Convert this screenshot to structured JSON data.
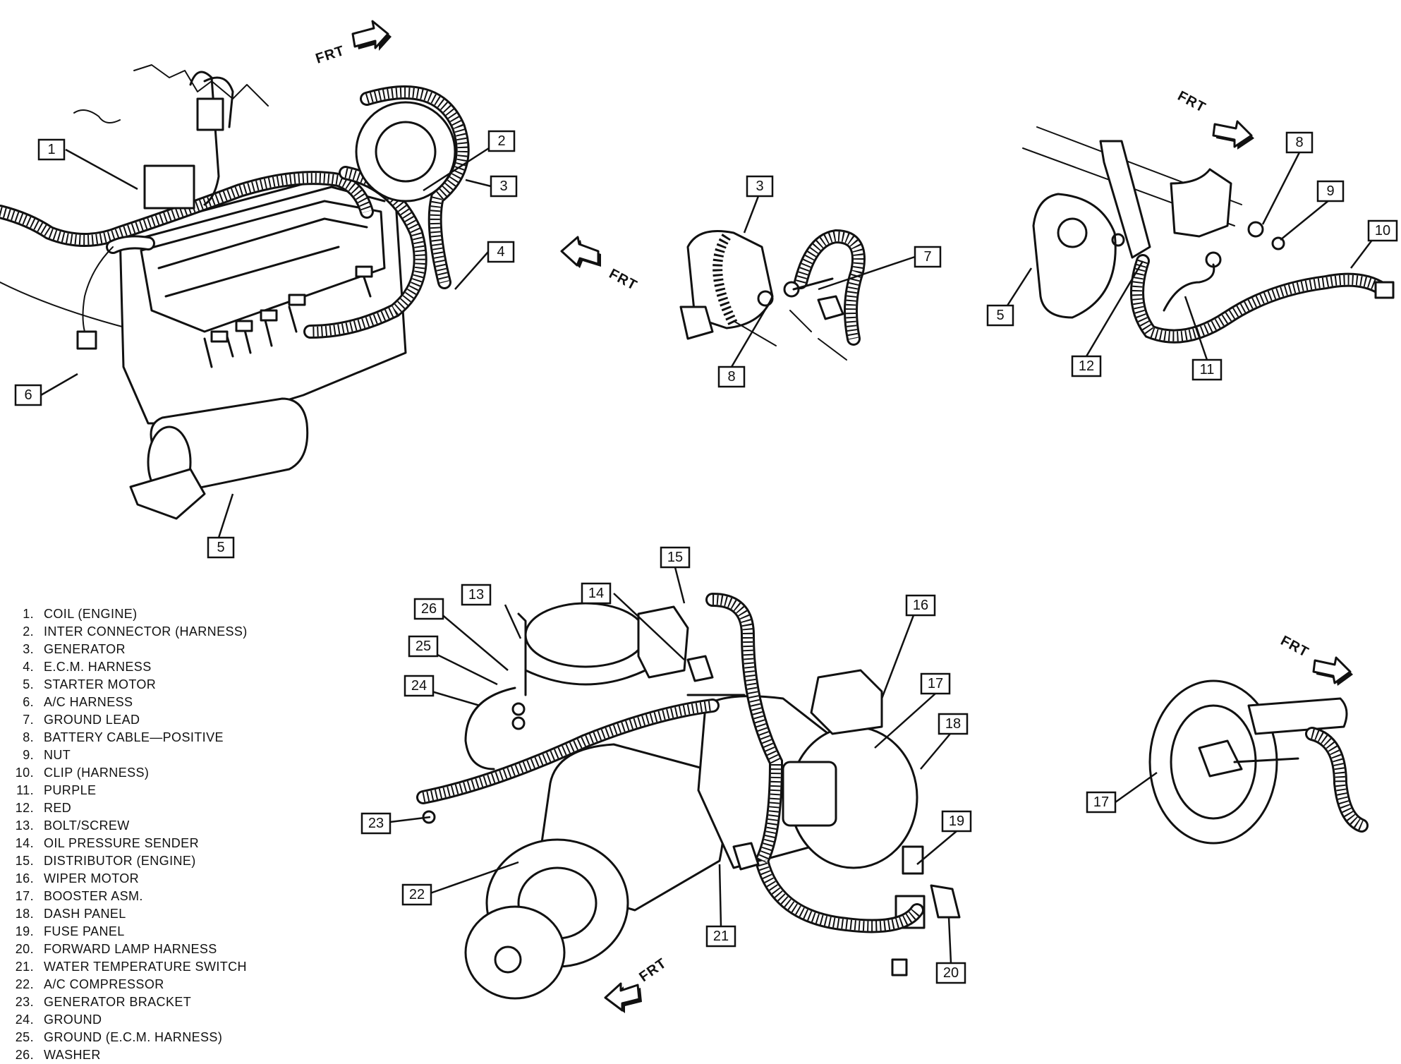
{
  "legend": [
    {
      "num": "1.",
      "label": "COIL (ENGINE)"
    },
    {
      "num": "2.",
      "label": "INTER CONNECTOR (HARNESS)"
    },
    {
      "num": "3.",
      "label": "GENERATOR"
    },
    {
      "num": "4.",
      "label": "E.C.M. HARNESS"
    },
    {
      "num": "5.",
      "label": "STARTER MOTOR"
    },
    {
      "num": "6.",
      "label": "A/C HARNESS"
    },
    {
      "num": "7.",
      "label": "GROUND LEAD"
    },
    {
      "num": "8.",
      "label": "BATTERY CABLE—POSITIVE"
    },
    {
      "num": "9.",
      "label": "NUT"
    },
    {
      "num": "10.",
      "label": "CLIP (HARNESS)"
    },
    {
      "num": "11.",
      "label": "PURPLE"
    },
    {
      "num": "12.",
      "label": "RED"
    },
    {
      "num": "13.",
      "label": "BOLT/SCREW"
    },
    {
      "num": "14.",
      "label": "OIL PRESSURE SENDER"
    },
    {
      "num": "15.",
      "label": "DISTRIBUTOR (ENGINE)"
    },
    {
      "num": "16.",
      "label": "WIPER MOTOR"
    },
    {
      "num": "17.",
      "label": "BOOSTER ASM."
    },
    {
      "num": "18.",
      "label": "DASH PANEL"
    },
    {
      "num": "19.",
      "label": "FUSE PANEL"
    },
    {
      "num": "20.",
      "label": "FORWARD LAMP HARNESS"
    },
    {
      "num": "21.",
      "label": "WATER TEMPERATURE SWITCH"
    },
    {
      "num": "22.",
      "label": "A/C COMPRESSOR"
    },
    {
      "num": "23.",
      "label": "GENERATOR BRACKET"
    },
    {
      "num": "24.",
      "label": "GROUND"
    },
    {
      "num": "25.",
      "label": "GROUND (E.C.M. HARNESS)"
    },
    {
      "num": "26.",
      "label": "WASHER"
    }
  ],
  "front_indicator": "FRT",
  "callouts": {
    "view_engine": [
      "1",
      "2",
      "3",
      "4",
      "5",
      "6"
    ],
    "view_generator": [
      "3",
      "7",
      "8"
    ],
    "view_starter": [
      "8",
      "9",
      "10",
      "5",
      "12",
      "11"
    ],
    "view_front": [
      "15",
      "14",
      "13",
      "26",
      "25",
      "24",
      "16",
      "17",
      "18",
      "19",
      "20",
      "21",
      "22",
      "23"
    ],
    "view_booster": [
      "17"
    ]
  }
}
